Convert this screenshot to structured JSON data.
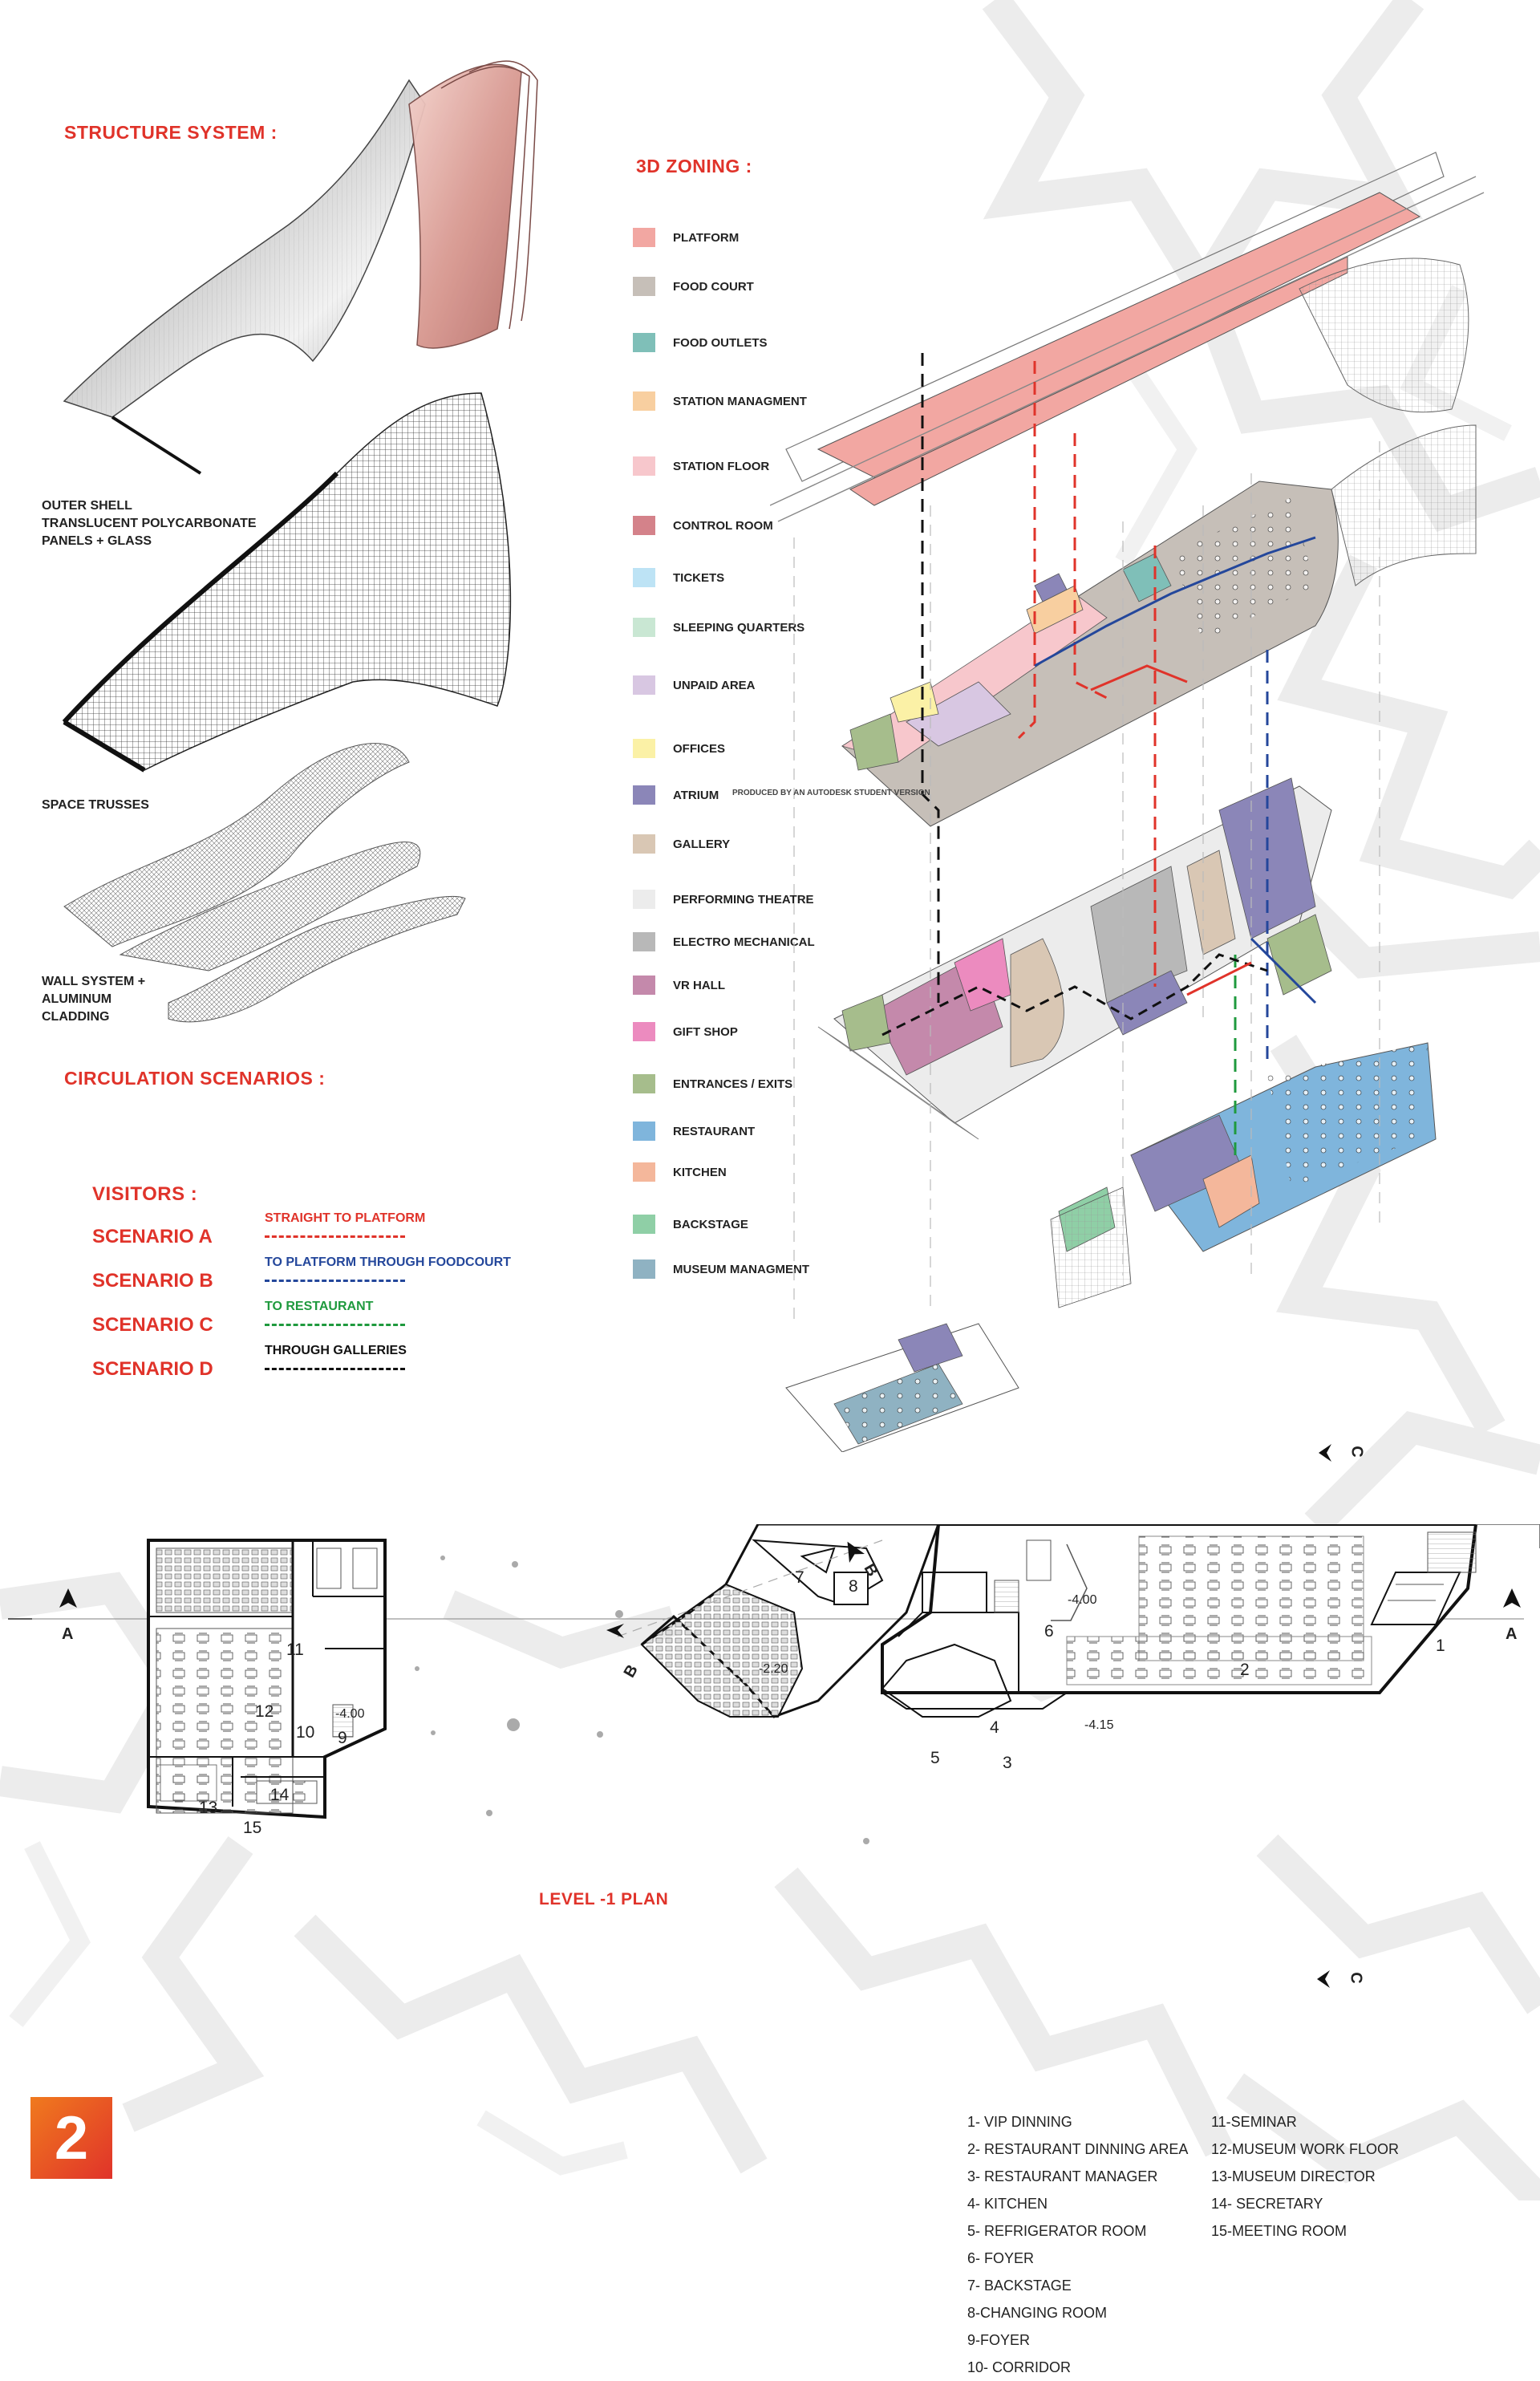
{
  "headings": {
    "structure_system": "STRUCTURE SYSTEM :",
    "zoning_3d": "3D ZONING :",
    "circulation": "CIRCULATION SCENARIOS :",
    "visitors": "VISITORS :",
    "level_plan": "LEVEL -1 PLAN"
  },
  "structure_labels": {
    "outer_shell": [
      "OUTER SHELL",
      "TRANSLUCENT POLYCARBONATE",
      "PANELS + GLASS"
    ],
    "space_trusses": "SPACE TRUSSES",
    "wall_system": [
      "WALL SYSTEM +",
      "ALUMINUM",
      "CLADDING"
    ]
  },
  "zones": [
    {
      "label": "PLATFORM",
      "color": "#f2a7a2"
    },
    {
      "label": "FOOD COURT",
      "color": "#c6bfb8"
    },
    {
      "label": "FOOD OUTLETS",
      "color": "#7fbfb8"
    },
    {
      "label": "STATION MANAGMENT",
      "color": "#f8cfa0"
    },
    {
      "label": "STATION FLOOR",
      "color": "#f7c7cc"
    },
    {
      "label": "CONTROL ROOM",
      "color": "#d4828a"
    },
    {
      "label": "TICKETS",
      "color": "#bde3f5"
    },
    {
      "label": "SLEEPING QUARTERS",
      "color": "#c9e7d3"
    },
    {
      "label": "UNPAID AREA",
      "color": "#d8c7e2"
    },
    {
      "label": "OFFICES",
      "color": "#fbf1a6"
    },
    {
      "label": "ATRIUM",
      "color": "#8b86b8"
    },
    {
      "label": "GALLERY",
      "color": "#d9c7b4"
    },
    {
      "label": "PERFORMING THEATRE",
      "color": "#ececec"
    },
    {
      "label": "ELECTRO MECHANICAL",
      "color": "#b8b8b8"
    },
    {
      "label": "VR HALL",
      "color": "#c489ab"
    },
    {
      "label": "GIFT SHOP",
      "color": "#ec8bbf"
    },
    {
      "label": "ENTRANCES / EXITS",
      "color": "#a6bd8c"
    },
    {
      "label": "RESTAURANT",
      "color": "#7fb5dc"
    },
    {
      "label": "KITCHEN",
      "color": "#f4b79b"
    },
    {
      "label": "BACKSTAGE",
      "color": "#8fcfa6"
    },
    {
      "label": "MUSEUM MANAGMENT",
      "color": "#8fb2c2"
    }
  ],
  "scenarios": [
    {
      "name": "SCENARIO A",
      "desc": "STRAIGHT TO PLATFORM",
      "color": "#e0332a"
    },
    {
      "name": "SCENARIO B",
      "desc": "TO PLATFORM THROUGH FOODCOURT",
      "color": "#24479b"
    },
    {
      "name": "SCENARIO C",
      "desc": "TO RESTAURANT",
      "color": "#1f9a3e"
    },
    {
      "name": "SCENARIO D",
      "desc": "THROUGH GALLERIES",
      "color": "#111111"
    }
  ],
  "note": "PRODUCED BY AN AUTODESK STUDENT VERSION",
  "legend_left": [
    "1- VIP DINNING",
    "2- RESTAURANT DINNING AREA",
    "3- RESTAURANT MANAGER",
    "4- KITCHEN",
    "5- REFRIGERATOR ROOM",
    "6- FOYER",
    "7- BACKSTAGE",
    "8-CHANGING ROOM",
    "9-FOYER",
    "10- CORRIDOR"
  ],
  "legend_right": [
    "11-SEMINAR",
    "12-MUSEUM WORK FLOOR",
    "13-MUSEUM DIRECTOR",
    "14- SECRETARY",
    "15-MEETING ROOM"
  ],
  "plan": {
    "rooms": [
      "1",
      "2",
      "3",
      "4",
      "5",
      "6",
      "7",
      "8",
      "9",
      "10",
      "11",
      "12",
      "13",
      "14",
      "15"
    ],
    "levels": [
      "-4.00",
      "-2.20",
      "-4.00",
      "-4.15"
    ],
    "section_a": "A",
    "section_b": "B",
    "section_c": "C"
  },
  "page_number": "2"
}
